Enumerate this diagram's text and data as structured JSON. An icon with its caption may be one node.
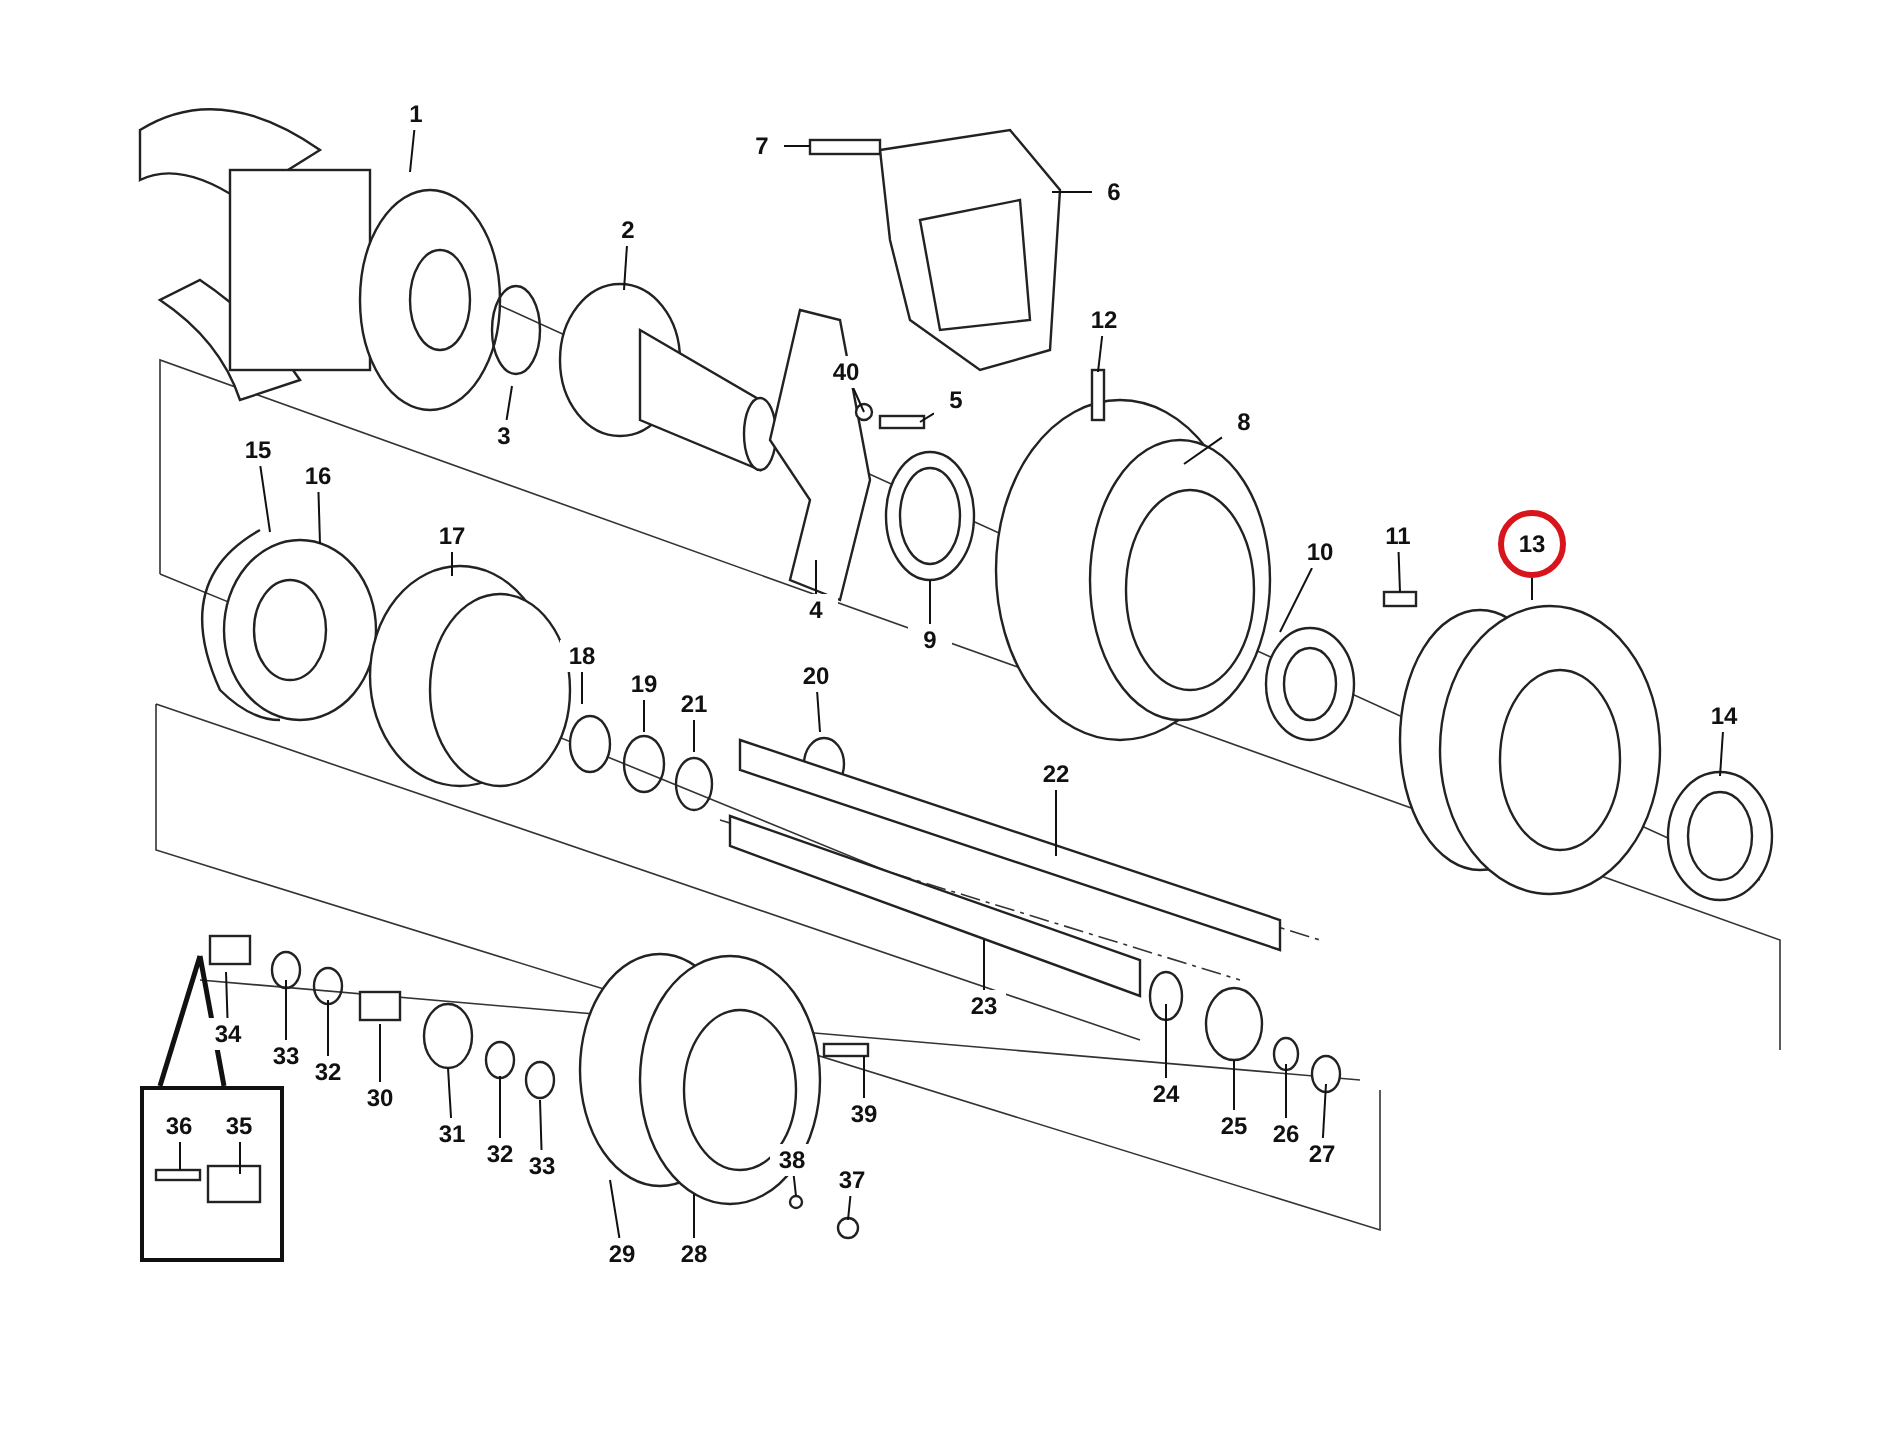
{
  "diagram": {
    "nodes": [
      {
        "text": [
          "1"
        ]
      },
      {
        "text": [
          "2"
        ]
      },
      {
        "text": [
          "3"
        ]
      },
      {
        "text": [
          "4"
        ]
      },
      {
        "text": [
          "5"
        ]
      },
      {
        "text": [
          "6"
        ]
      },
      {
        "text": [
          "7"
        ]
      },
      {
        "text": [
          "8"
        ]
      },
      {
        "text": [
          "9"
        ]
      },
      {
        "text": [
          "10"
        ]
      },
      {
        "text": [
          "11"
        ]
      },
      {
        "text": [
          "12"
        ]
      },
      {
        "text": [
          "13"
        ]
      },
      {
        "text": [
          "14"
        ]
      },
      {
        "text": [
          "15"
        ]
      },
      {
        "text": [
          "16"
        ]
      },
      {
        "text": [
          "17"
        ]
      },
      {
        "text": [
          "18"
        ]
      },
      {
        "text": [
          "19"
        ]
      },
      {
        "text": [
          "20"
        ]
      },
      {
        "text": [
          "21"
        ]
      },
      {
        "text": [
          "22"
        ]
      },
      {
        "text": [
          "23"
        ]
      },
      {
        "text": [
          "24"
        ]
      },
      {
        "text": [
          "25"
        ]
      },
      {
        "text": [
          "26"
        ]
      },
      {
        "text": [
          "27"
        ]
      },
      {
        "text": [
          "28"
        ]
      },
      {
        "text": [
          "29"
        ]
      },
      {
        "text": [
          "30"
        ]
      },
      {
        "text": [
          "31"
        ]
      },
      {
        "text": [
          "32"
        ]
      },
      {
        "text": [
          "32"
        ]
      },
      {
        "text": [
          "33"
        ]
      },
      {
        "text": [
          "33"
        ]
      },
      {
        "text": [
          "34"
        ]
      },
      {
        "text": [],
        "shape": "box"
      },
      {
        "text": [
          "35"
        ],
        "in": 36
      },
      {
        "text": [
          "36"
        ],
        "in": 36
      },
      {
        "text": [
          "37"
        ]
      },
      {
        "text": [
          "38"
        ]
      },
      {
        "text": [
          "39"
        ]
      },
      {
        "text": [
          "40"
        ]
      }
    ],
    "edges": [
      {
        "from": 0,
        "to": null,
        "arrow": "none"
      },
      {
        "from": 1,
        "to": null,
        "arrow": "none"
      },
      {
        "from": 2,
        "to": null,
        "arrow": "none"
      },
      {
        "from": 3,
        "to": null,
        "arrow": "none"
      },
      {
        "from": 4,
        "to": null,
        "arrow": "none"
      },
      {
        "from": 5,
        "to": null,
        "arrow": "none"
      },
      {
        "from": 6,
        "to": null,
        "arrow": "none"
      },
      {
        "from": 7,
        "to": null,
        "arrow": "none"
      },
      {
        "from": 8,
        "to": null,
        "arrow": "none"
      },
      {
        "from": 9,
        "to": null,
        "arrow": "none"
      },
      {
        "from": 10,
        "to": null,
        "arrow": "none"
      },
      {
        "from": 11,
        "to": null,
        "arrow": "none"
      },
      {
        "from": 12,
        "to": null,
        "arrow": "none"
      },
      {
        "from": 13,
        "to": null,
        "arrow": "none"
      },
      {
        "from": 14,
        "to": null,
        "arrow": "none"
      },
      {
        "from": 15,
        "to": null,
        "arrow": "none"
      },
      {
        "from": 16,
        "to": null,
        "arrow": "none"
      },
      {
        "from": 17,
        "to": null,
        "arrow": "none"
      },
      {
        "from": 18,
        "to": null,
        "arrow": "none"
      },
      {
        "from": 19,
        "to": null,
        "arrow": "none"
      },
      {
        "from": 20,
        "to": null,
        "arrow": "none"
      },
      {
        "from": 21,
        "to": null,
        "arrow": "none"
      },
      {
        "from": 22,
        "to": null,
        "arrow": "none"
      },
      {
        "from": 23,
        "to": null,
        "arrow": "none"
      },
      {
        "from": 24,
        "to": null,
        "arrow": "none"
      },
      {
        "from": 25,
        "to": null,
        "arrow": "none"
      },
      {
        "from": 26,
        "to": null,
        "arrow": "none"
      },
      {
        "from": 27,
        "to": null,
        "arrow": "none"
      },
      {
        "from": 28,
        "to": null,
        "arrow": "none"
      },
      {
        "from": 29,
        "to": null,
        "arrow": "none"
      },
      {
        "from": 30,
        "to": null,
        "arrow": "none"
      },
      {
        "from": 31,
        "to": null,
        "arrow": "none"
      },
      {
        "from": 32,
        "to": null,
        "arrow": "none"
      },
      {
        "from": 33,
        "to": null,
        "arrow": "none"
      },
      {
        "from": 34,
        "to": null,
        "arrow": "none"
      },
      {
        "from": 35,
        "to": null,
        "arrow": "none"
      },
      {
        "from": null,
        "to": 36,
        "arrow": "none",
        "style": "thick"
      },
      {
        "from": 37,
        "to": null,
        "arrow": "none"
      },
      {
        "from": 38,
        "to": null,
        "arrow": "none"
      },
      {
        "from": 39,
        "to": null,
        "arrow": "none"
      },
      {
        "from": 40,
        "to": null,
        "arrow": "none"
      },
      {
        "from": 41,
        "to": null,
        "arrow": "none"
      },
      {
        "from": 42,
        "to": null,
        "arrow": "none"
      }
    ]
  }
}
